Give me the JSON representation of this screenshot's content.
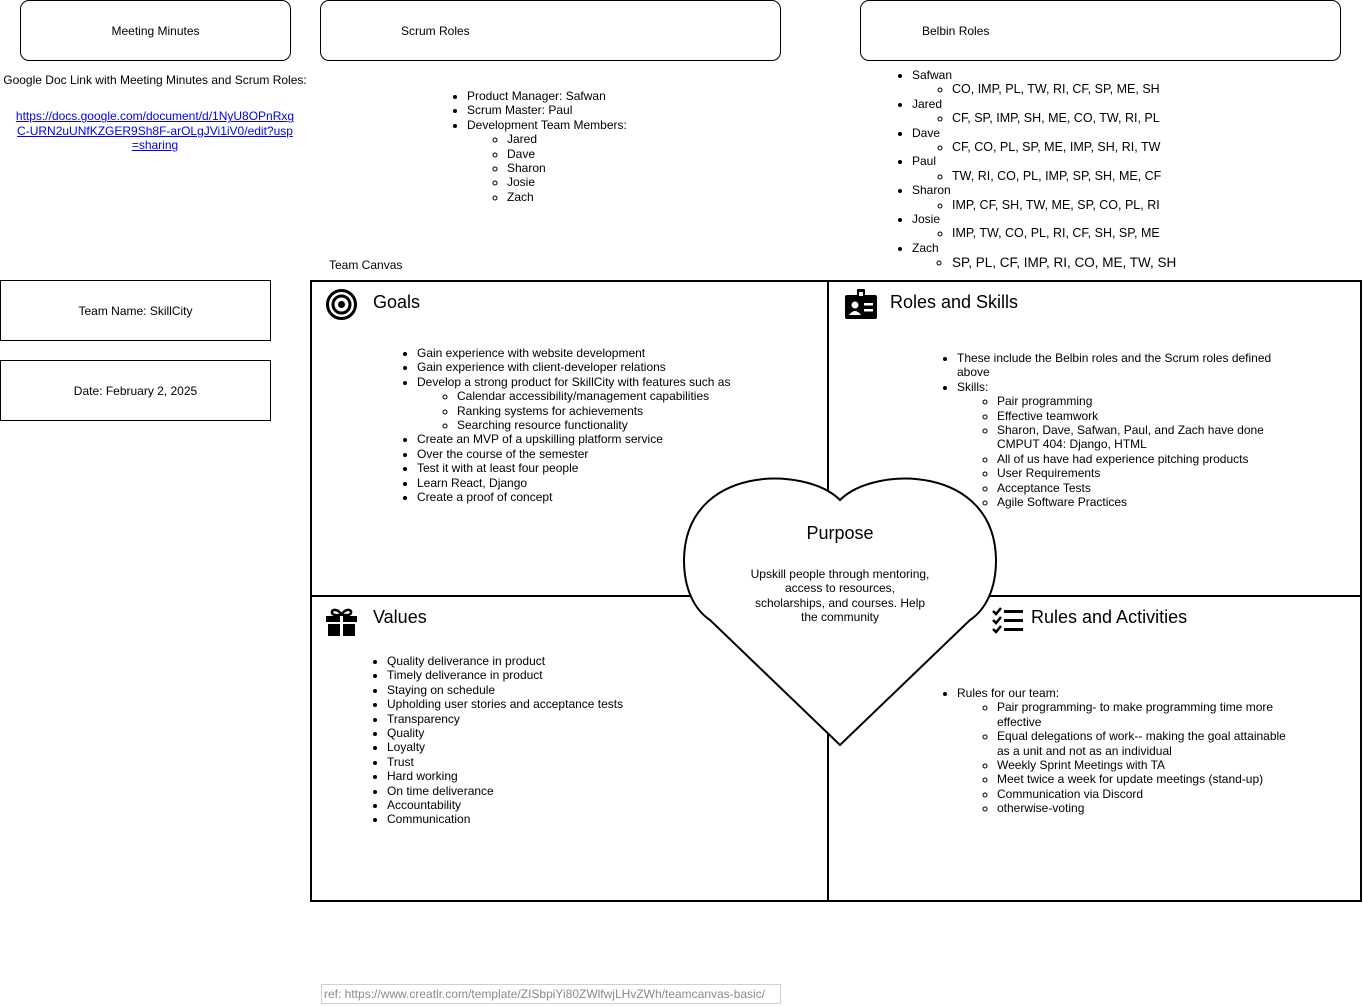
{
  "header_boxes": {
    "meeting_minutes": "Meeting Minutes",
    "scrum_roles": "Scrum Roles",
    "belbin_roles": "Belbin Roles"
  },
  "doc_link": {
    "label": "Google Doc Link with Meeting Minutes and Scrum Roles:",
    "url": "https://docs.google.com/document/d/1NyU8OPnRxgC-URN2uUNfKZGER9Sh8F-arOLgJVi1iV0/edit?usp=sharing"
  },
  "scrum": {
    "product_manager": "Product Manager: Safwan",
    "scrum_master": "Scrum Master: Paul",
    "dev_team_label": "Development Team Members:",
    "members": [
      "Jared",
      "Dave",
      "Sharon",
      "Josie",
      "Zach"
    ]
  },
  "belbin": [
    {
      "name": "Safwan",
      "roles": "CO, IMP, PL, TW, RI, CF, SP, ME, SH"
    },
    {
      "name": "Jared",
      "roles": "CF, SP, IMP, SH, ME, CO, TW, RI, PL"
    },
    {
      "name": "Dave",
      "roles": "CF, CO, PL, SP, ME, IMP, SH, RI, TW"
    },
    {
      "name": "Paul",
      "roles": "TW, RI, CO, PL, IMP, SP, SH, ME, CF"
    },
    {
      "name": "Sharon",
      "roles": "IMP, CF, SH, TW, ME, SP, CO, PL, RI"
    },
    {
      "name": "Josie",
      "roles": "IMP, TW, CO, PL, RI, CF, SH, SP, ME"
    },
    {
      "name": "Zach",
      "roles": "SP, PL, CF, IMP, RI, CO, ME, TW, SH"
    }
  ],
  "team": {
    "canvas_label": "Team Canvas",
    "name": "Team Name: SkillCity",
    "date": "Date: February 2, 2025"
  },
  "goals": {
    "title": "Goals",
    "items": [
      "Gain experience with website development",
      "Gain experience with client-developer relations",
      "Develop a strong product for SkillCity with features such as",
      "Create an MVP of a upskilling platform service",
      "Over the course of the semester",
      "Test it with at least four people",
      "Learn React, Django",
      "Create a proof of concept"
    ],
    "features": [
      "Calendar accessibility/management capabilities",
      "Ranking systems for achievements",
      "Searching resource functionality"
    ]
  },
  "roles_skills": {
    "title": "Roles and Skills",
    "item1": "These include the Belbin roles and the Scrum roles defined above",
    "skills_label": "Skills:",
    "skills": [
      "Pair programming",
      "Effective teamwork",
      "Sharon, Dave, Safwan, Paul, and Zach have done CMPUT 404: Django, HTML",
      "All of us have had experience pitching products",
      "User Requirements",
      "Acceptance Tests",
      "Agile Software Practices"
    ]
  },
  "values": {
    "title": "Values",
    "items": [
      "Quality deliverance in product",
      "Timely deliverance in product",
      "Staying on schedule",
      "Upholding user stories and acceptance tests",
      "Transparency",
      "Quality",
      "Loyalty",
      "Trust",
      "Hard working",
      "On time deliverance",
      "Accountability",
      "Communication"
    ]
  },
  "rules": {
    "title": "Rules and Activities",
    "label": "Rules for our team:",
    "items": [
      "Pair programming- to make programming time more effective",
      "Equal delegations of work-- making the goal attainable as a unit and not as an individual",
      "Weekly Sprint Meetings with TA",
      "Meet twice a week for update meetings (stand-up)",
      "Communication via Discord",
      "otherwise-voting"
    ]
  },
  "purpose": {
    "title": "Purpose",
    "text": "Upskill people through mentoring, access to resources, scholarships, and courses. Help the community"
  },
  "ref": "ref: https://www.creatlr.com/template/ZISbpiYi80ZWlfwjLHvZWh/teamcanvas-basic/",
  "icons": {
    "goals": "target-icon",
    "roles": "id-badge-icon",
    "values": "gift-icon",
    "rules": "checklist-icon"
  }
}
